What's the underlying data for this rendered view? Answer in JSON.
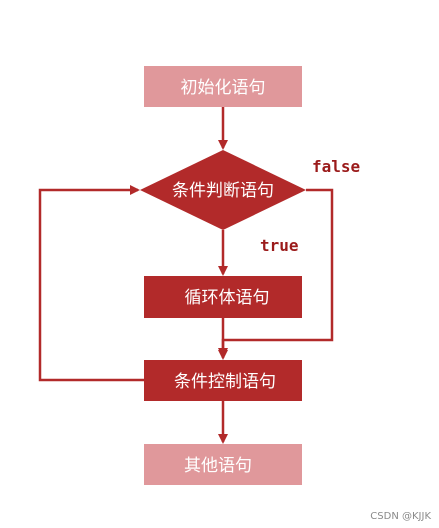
{
  "nodes": {
    "init": {
      "label": "初始化语句",
      "fill": "#e0989b"
    },
    "condition": {
      "label": "条件判断语句",
      "fill": "#b22a2a"
    },
    "loop_body": {
      "label": "循环体语句",
      "fill": "#b22a2a"
    },
    "control": {
      "label": "条件控制语句",
      "fill": "#b22a2a"
    },
    "other": {
      "label": "其他语句",
      "fill": "#e0989b"
    }
  },
  "edges": {
    "false_label": "false",
    "true_label": "true",
    "line_color": "#b22a2a"
  },
  "watermark": "CSDN @KJJK"
}
